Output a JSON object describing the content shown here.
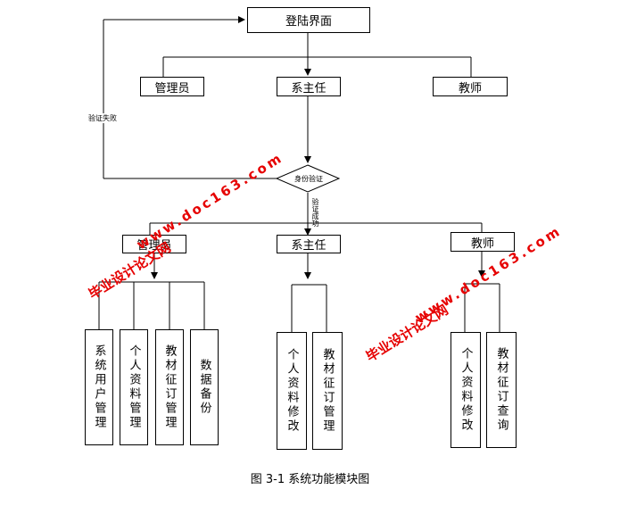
{
  "nodes": {
    "login": "登陆界面",
    "admin_top": "管理员",
    "director_top": "系主任",
    "teacher_top": "教师",
    "verify": "身份验证",
    "admin_mid": "管理员",
    "director_mid": "系主任",
    "teacher_mid": "教师"
  },
  "edges": {
    "fail": "验证失败",
    "success": "验证成功"
  },
  "leaves": {
    "sys_user": "系统用户管理",
    "admin_profile": "个人资料管理",
    "book_order_mgmt": "教材征订管理",
    "data_backup": "数据备份",
    "director_profile": "个人资料修改",
    "director_order_mgmt": "教材征订管理",
    "teacher_profile": "个人资料修改",
    "teacher_order_query": "教材征订查询"
  },
  "caption": "图 3-1 系统功能模块图",
  "watermark": {
    "site_cn": "毕业设计论文网",
    "site_url": "www.doc163.com",
    "color": "#e60000"
  }
}
